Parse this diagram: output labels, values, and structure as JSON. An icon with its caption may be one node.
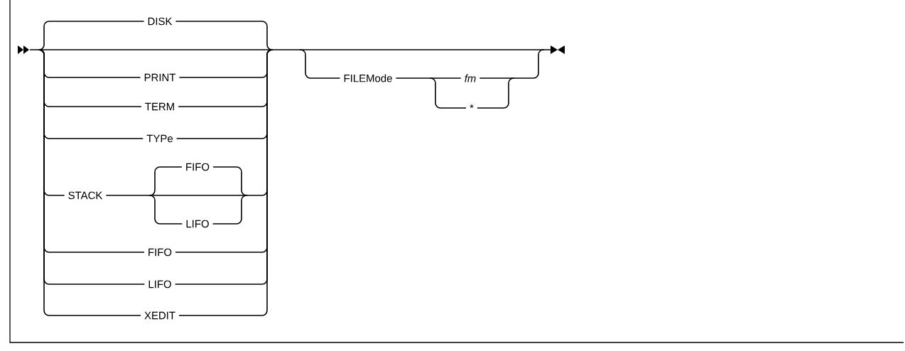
{
  "diagram": {
    "labels": [
      "DISK",
      "PRINT",
      "TERM",
      "TYPe",
      "STACK",
      "FIFO",
      "LIFO",
      "FIFO",
      "LIFO",
      "XEDIT",
      "FILEMode",
      "fm",
      "*"
    ]
  }
}
